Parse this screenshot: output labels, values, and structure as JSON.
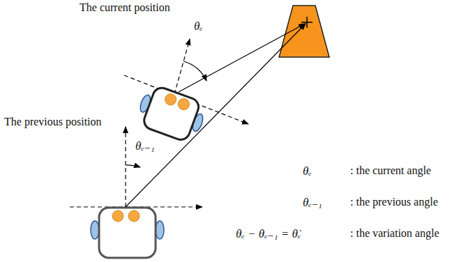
{
  "diagram": {
    "labels": [
      "The current position",
      "θₑ",
      "The previous position",
      "θₑ₋₁",
      "θₑ",
      ": the current angle",
      "θₑ₋₁",
      ": the previous angle",
      "θₑ − θₑ₋₁ = θ̇ₑ",
      ": the variation angle"
    ]
  }
}
